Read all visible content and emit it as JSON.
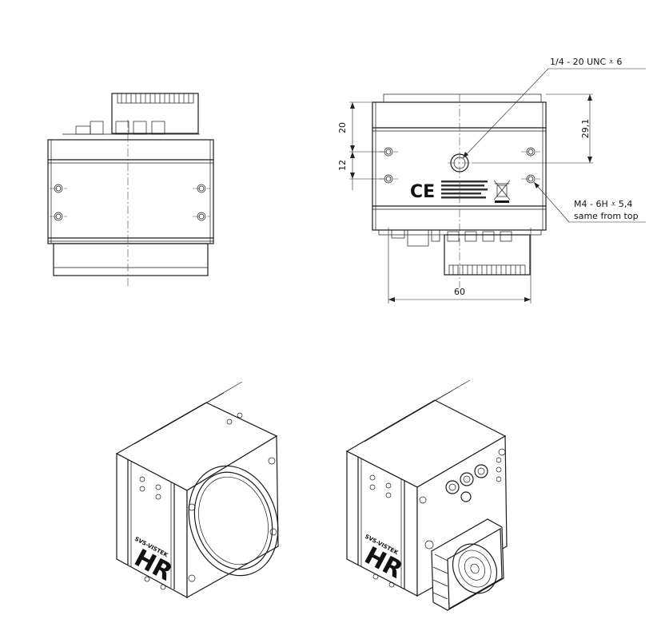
{
  "drawing": {
    "dimensions": {
      "height_top": "20",
      "hole_spacing": "12",
      "tripod_offset": "29,1",
      "width": "60"
    },
    "callouts": {
      "tripod_thread": "1/4 - 20 UNC ⩡ 6",
      "mount_holes": "M4 - 6H ⩡ 5,4",
      "mount_holes_note": "same from top"
    },
    "markings": {
      "ce": "CE",
      "brand_small": "SVS-VISTEK",
      "brand_large": "HR"
    }
  }
}
